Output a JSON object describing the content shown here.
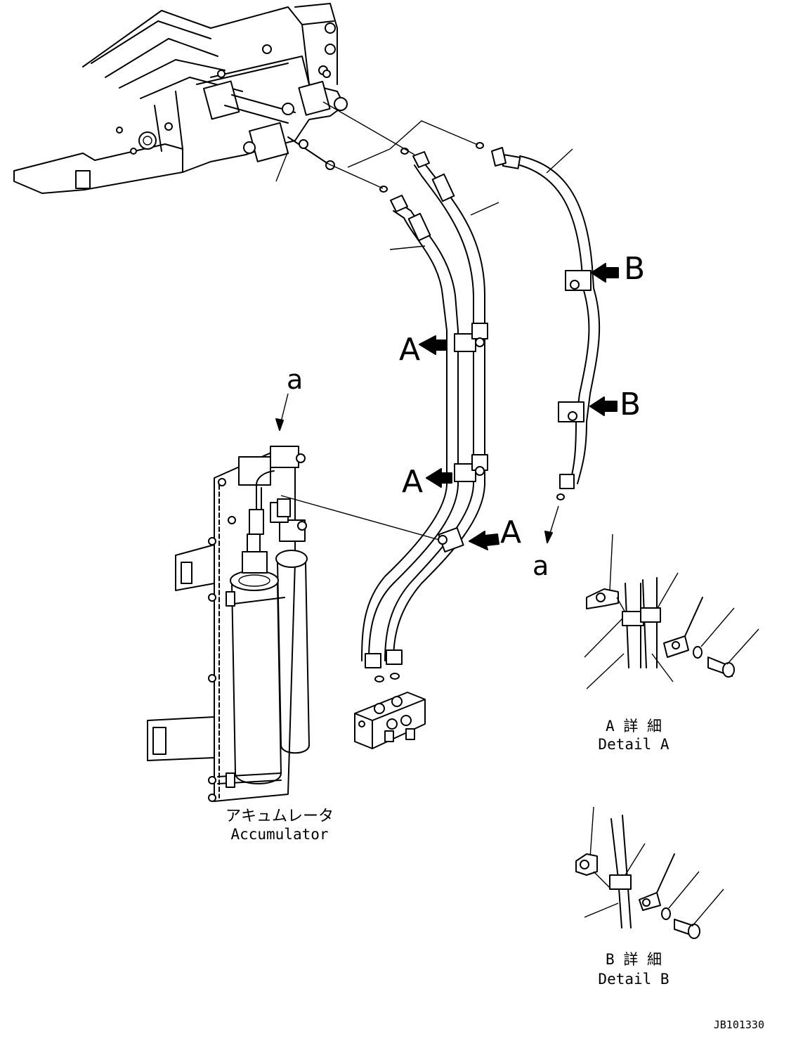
{
  "callouts": {
    "a_top": "a",
    "a_bottom": "a",
    "A1": "A",
    "A2": "A",
    "A3": "A",
    "B1": "B",
    "B2": "B"
  },
  "captions": {
    "accumulator_jp": "アキュムレータ",
    "accumulator_en": "Accumulator",
    "detail_a_jp": "A 詳 細",
    "detail_a_en": "Detail A",
    "detail_b_jp": "B 詳 細",
    "detail_b_en": "Detail B"
  },
  "drawing_number": "JB101330",
  "colors": {
    "ink": "#000000",
    "paper": "#ffffff"
  }
}
